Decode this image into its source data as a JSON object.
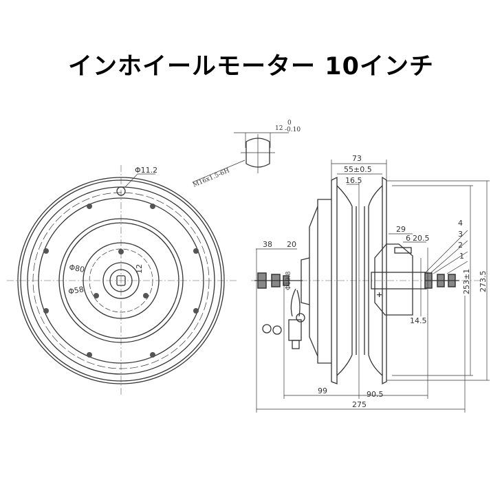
{
  "title": "インホイールモーター 10インチ",
  "shaft_section": {
    "width": "12",
    "tol_upper": "0",
    "tol_lower": "-0.10",
    "thread": "M16x1.5-6H"
  },
  "front_view": {
    "bolt_hole": "Φ11.2",
    "hub_diameter": "Φ80",
    "inner_diameter": "Φ58",
    "flat": "12"
  },
  "side_view": {
    "width_total": "73",
    "rim_width": "55±0.5",
    "groove": "16.5",
    "cable_len": "38",
    "cable_offset": "20",
    "shaft_dia": "Φ19.8",
    "hub_depth": "29",
    "spacer": "6",
    "axle_ext": "20.5",
    "bearing": "14.5",
    "parts": [
      "4",
      "3",
      "2",
      "1"
    ],
    "rim_diameter": "253±1",
    "outer_diameter": "273.5",
    "left_len": "99",
    "right_len": "90.5",
    "axle_total": "275"
  }
}
